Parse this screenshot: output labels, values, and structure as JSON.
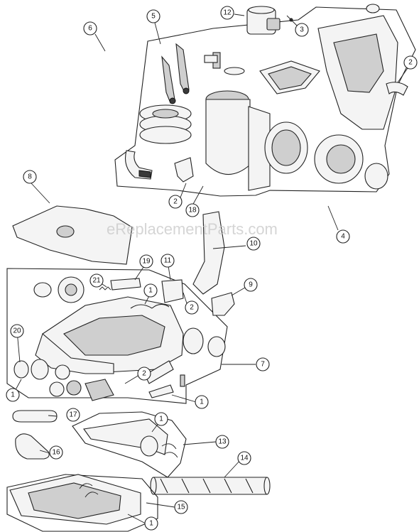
{
  "watermark": "eReplacementParts.com",
  "callouts": [
    {
      "id": "c12",
      "label": "12"
    },
    {
      "id": "c3",
      "label": "3"
    },
    {
      "id": "c6",
      "label": "6"
    },
    {
      "id": "c5",
      "label": "5"
    },
    {
      "id": "c2a",
      "label": "2"
    },
    {
      "id": "c8",
      "label": "8"
    },
    {
      "id": "c2b",
      "label": "2"
    },
    {
      "id": "c18",
      "label": "18"
    },
    {
      "id": "c4",
      "label": "4"
    },
    {
      "id": "c10",
      "label": "10"
    },
    {
      "id": "c19",
      "label": "19"
    },
    {
      "id": "c11",
      "label": "11"
    },
    {
      "id": "c21",
      "label": "21"
    },
    {
      "id": "c9",
      "label": "9"
    },
    {
      "id": "c1a",
      "label": "1"
    },
    {
      "id": "c2c",
      "label": "2"
    },
    {
      "id": "c20",
      "label": "20"
    },
    {
      "id": "c7",
      "label": "7"
    },
    {
      "id": "c2d",
      "label": "2"
    },
    {
      "id": "c1b",
      "label": "1"
    },
    {
      "id": "c1c",
      "label": "1"
    },
    {
      "id": "c17",
      "label": "17"
    },
    {
      "id": "c1d",
      "label": "1"
    },
    {
      "id": "c16",
      "label": "16"
    },
    {
      "id": "c13",
      "label": "13"
    },
    {
      "id": "c14",
      "label": "14"
    },
    {
      "id": "c15",
      "label": "15"
    },
    {
      "id": "c1e",
      "label": "1"
    }
  ]
}
